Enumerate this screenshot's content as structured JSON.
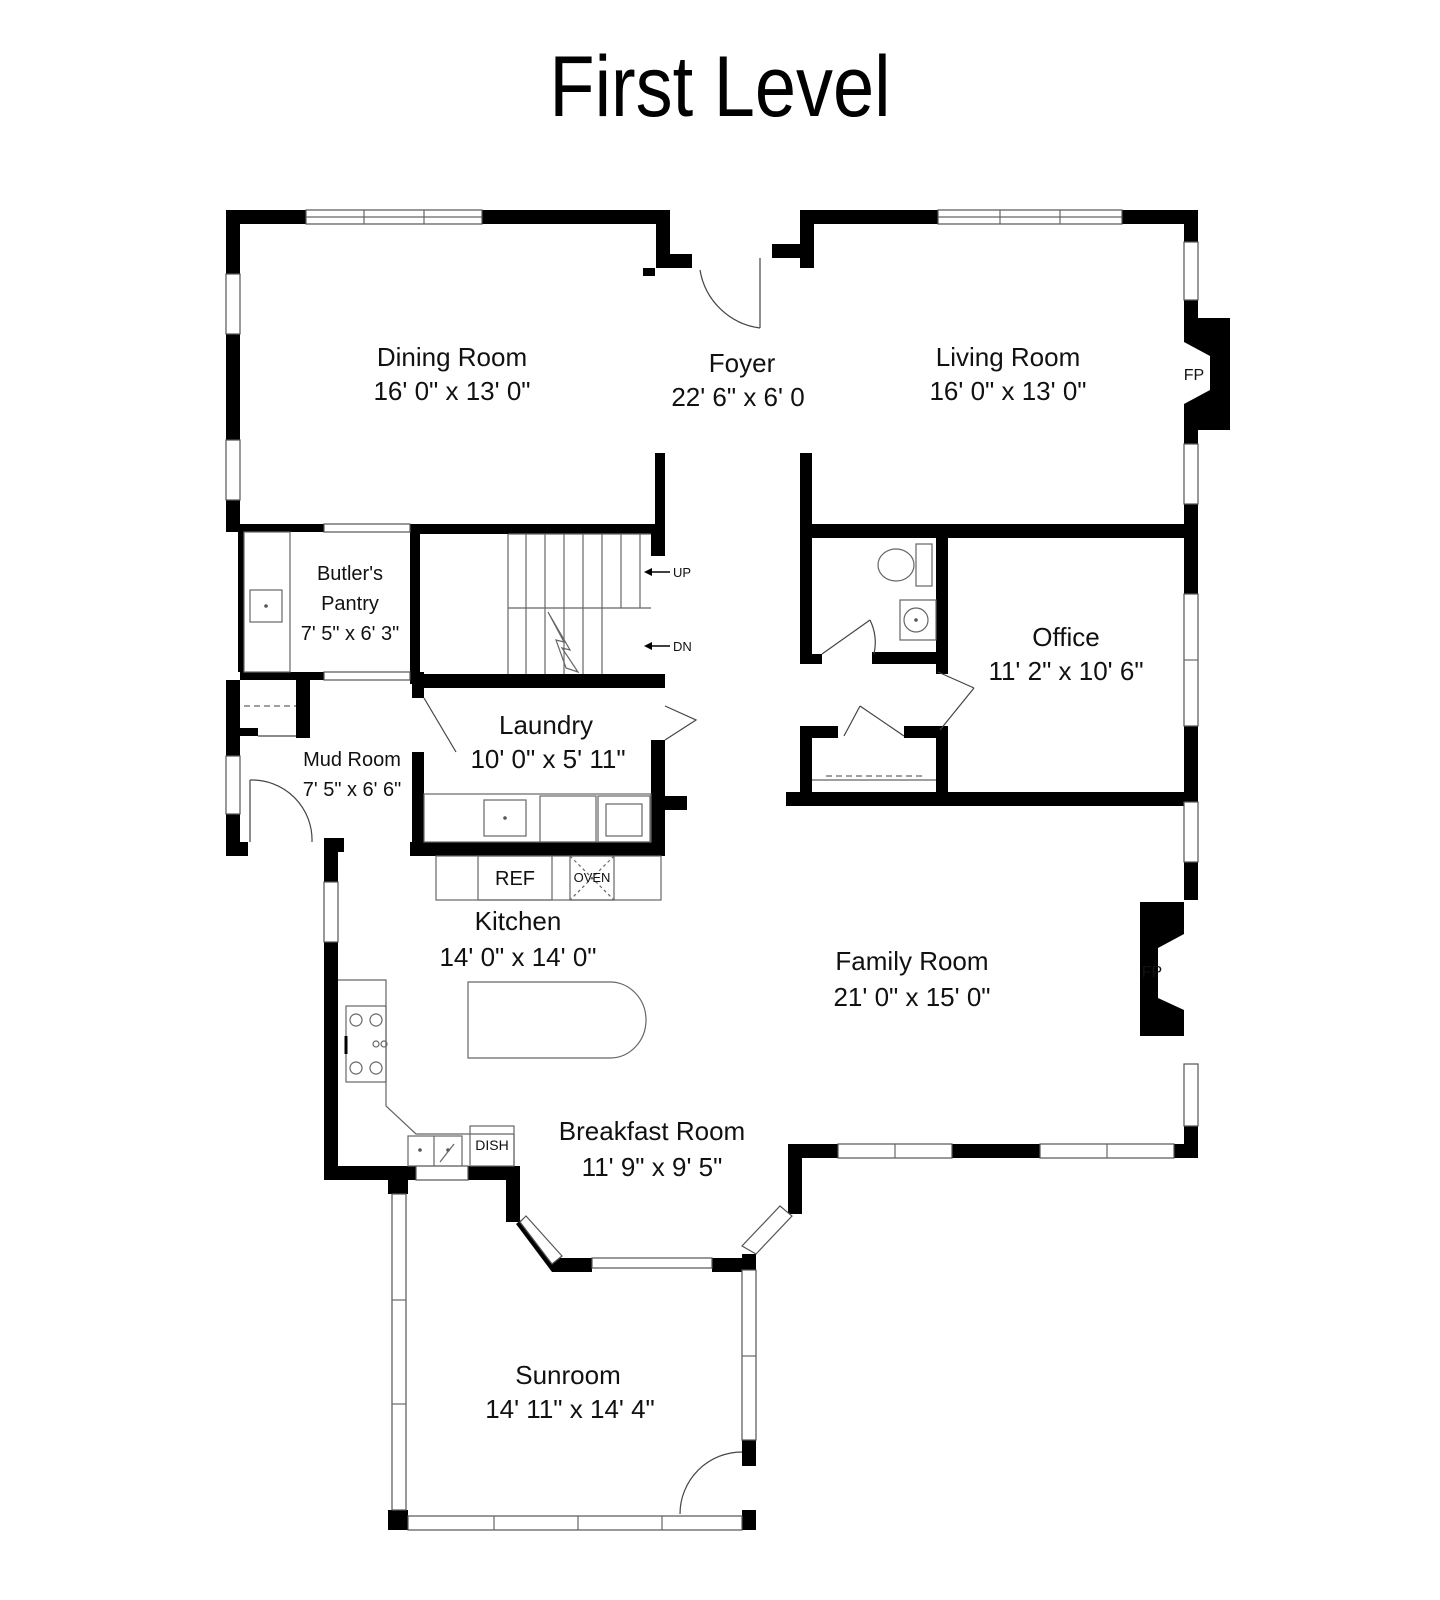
{
  "title": "First Level",
  "rooms": {
    "dining": {
      "name": "Dining Room",
      "dims": "16' 0\" x 13' 0\""
    },
    "foyer": {
      "name": "Foyer",
      "dims": "22' 6\" x 6' 0"
    },
    "living": {
      "name": "Living Room",
      "dims": "16' 0\" x 13' 0\""
    },
    "butlers": {
      "name1": "Butler's",
      "name2": "Pantry",
      "dims": "7' 5\" x 6' 3\""
    },
    "office": {
      "name": "Office",
      "dims": "11' 2\" x 10' 6\""
    },
    "laundry": {
      "name": "Laundry",
      "dims": "10' 0\" x 5' 11\""
    },
    "mudroom": {
      "name": "Mud Room",
      "dims": "7' 5\" x 6' 6\""
    },
    "kitchen": {
      "name": "Kitchen",
      "dims": "14' 0\" x 14' 0\""
    },
    "family": {
      "name": "Family Room",
      "dims": "21' 0\" x 15' 0\""
    },
    "breakfast": {
      "name": "Breakfast Room",
      "dims": "11' 9\" x 9' 5\""
    },
    "sunroom": {
      "name": "Sunroom",
      "dims": "14' 11\" x 14' 4\""
    }
  },
  "fixtures": {
    "fp_living": "FP",
    "fp_family": "FP",
    "stairs_up": "UP",
    "stairs_down": "DN",
    "refrigerator": "REF",
    "oven": "OVEN",
    "dishwasher": "DISH"
  }
}
